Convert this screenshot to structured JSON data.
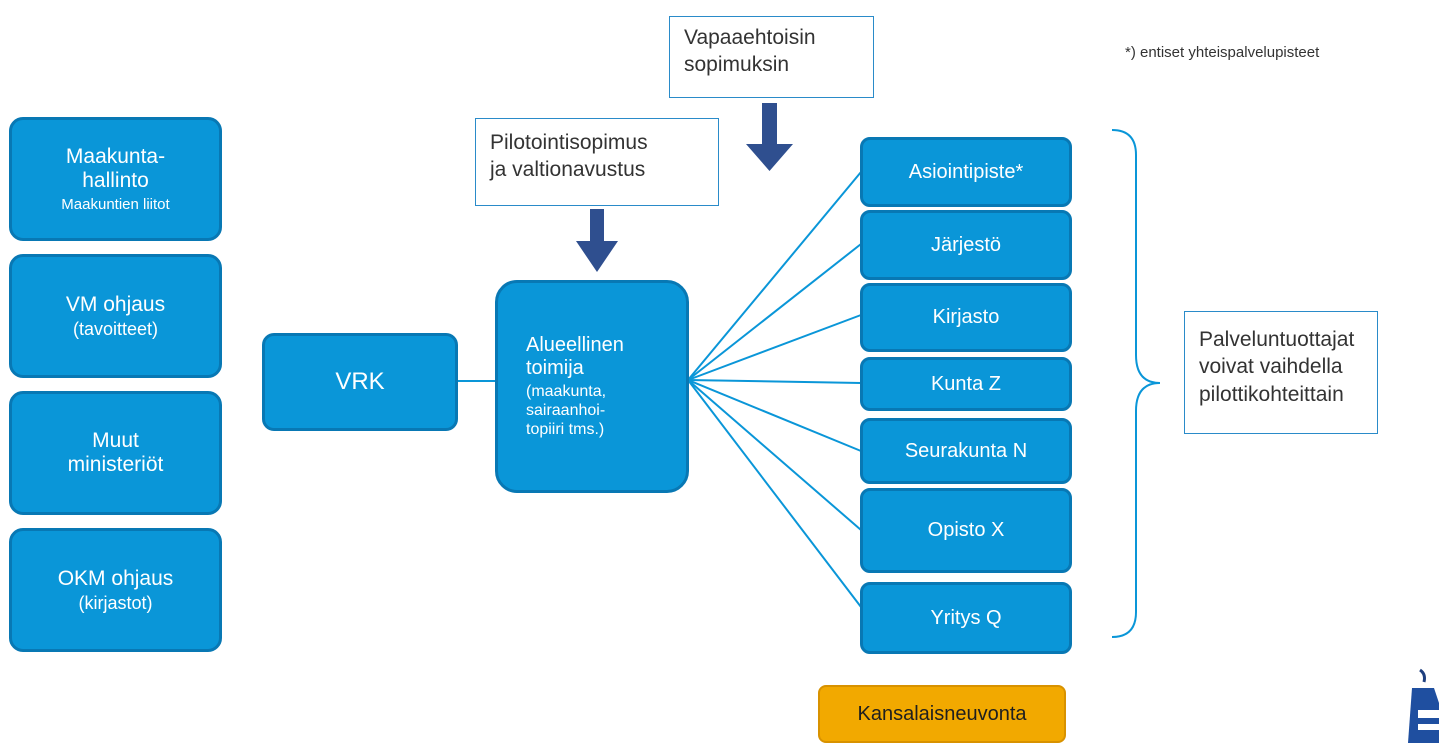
{
  "footnote": "*) entiset yhteispalvelupisteet",
  "left_boxes": [
    {
      "main": "Maakunta-\nhallinto",
      "sub": "Maakuntien liitot"
    },
    {
      "main": "VM ohjaus",
      "sub": "(tavoitteet)"
    },
    {
      "main": "Muut\nministeriöt",
      "sub": ""
    },
    {
      "main": "OKM ohjaus",
      "sub": "(kirjastot)"
    }
  ],
  "vrk": "VRK",
  "central": {
    "main": "Alueellinen\ntoimija",
    "sub": "(maakunta,\nsairaanhoi-\ntopiiri tms.)"
  },
  "notes": {
    "pilot": "Pilotointisopimus\nja valtionavustus",
    "voluntary": "Vapaaehtoisin\nsopimuksin",
    "providers": "Palveluntuottajat\nvoivat vaihdella\npilottikohteittain"
  },
  "right_boxes": [
    "Asiointipiste*",
    "Järjestö",
    "Kirjasto",
    "Kunta Z",
    "Seurakunta N",
    "Opisto X",
    "Yritys Q"
  ],
  "bottom": "Kansalaisneuvonta",
  "colors": {
    "box_fill": "#0a96d8",
    "box_border": "#0878b4",
    "arrow": "#2f4f8f",
    "bottom_fill": "#f2a900"
  }
}
